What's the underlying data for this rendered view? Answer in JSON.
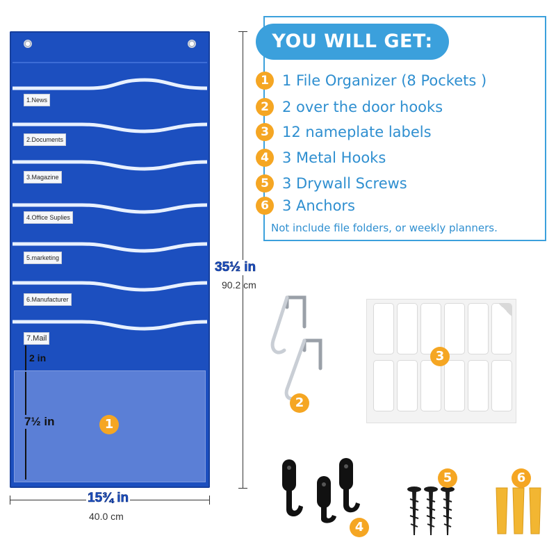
{
  "colors": {
    "organizer_blue": "#1c4fbf",
    "accent_blue": "#3ba0dc",
    "text_blue": "#2f8fd0",
    "badge_orange": "#f5a623"
  },
  "organizer": {
    "pockets": [
      {
        "label": "1.News"
      },
      {
        "label": "2.Documents"
      },
      {
        "label": "3.Magazine"
      },
      {
        "label": "4.Office Suplies"
      },
      {
        "label": "5.marketing"
      },
      {
        "label": "6.Manufacturer"
      },
      {
        "label": "7.Mail"
      }
    ],
    "pocket_gap": "2 in",
    "clear_pocket_height": "7½ in",
    "callout": "1"
  },
  "dimensions": {
    "height_in": "35½ in",
    "height_cm": "90.2 cm",
    "width_in": "15¾ in",
    "width_cm": "40.0 cm"
  },
  "info": {
    "title": "YOU WILL GET:",
    "items": [
      {
        "num": "1",
        "text": "1 File Organizer (8 Pockets )"
      },
      {
        "num": "2",
        "text": "2 over the door hooks"
      },
      {
        "num": "3",
        "text": "12 nameplate labels"
      },
      {
        "num": "4",
        "text": "3 Metal Hooks"
      },
      {
        "num": "5",
        "text": "3 Drywall Screws"
      },
      {
        "num": "6",
        "text": "3 Anchors"
      }
    ],
    "note": "Not include file folders, or weekly planners."
  },
  "accessories": {
    "door_hooks_callout": "2",
    "labels_callout": "3",
    "metal_hooks_callout": "4",
    "screws_callout": "5",
    "anchors_callout": "6"
  }
}
